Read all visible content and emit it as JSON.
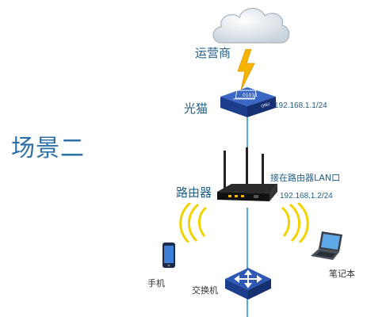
{
  "scene_title": "场景二",
  "nodes": {
    "isp": {
      "label": "运营商",
      "icon": "cloud-icon"
    },
    "modem": {
      "label": "光猫",
      "ip": "192.168.1.1/24",
      "chip_text": "01011",
      "tag": "ONU",
      "icon": "optical-modem-icon"
    },
    "router": {
      "label": "路由器",
      "note": "接在路由器LAN口",
      "ip": "192.168.1.2/24",
      "icon": "wireless-router-icon"
    },
    "phone": {
      "label": "手机",
      "icon": "phone-icon"
    },
    "laptop": {
      "label": "笔记本",
      "icon": "laptop-icon"
    },
    "switch": {
      "label": "交换机",
      "icon": "switch-icon"
    }
  },
  "colors": {
    "link_line": "#2d8fd0",
    "lightning": "#f5b400",
    "device_blue": "#1c3d8c",
    "wifi_waves": "#f2d200",
    "label_text": "#1f5f8b"
  }
}
